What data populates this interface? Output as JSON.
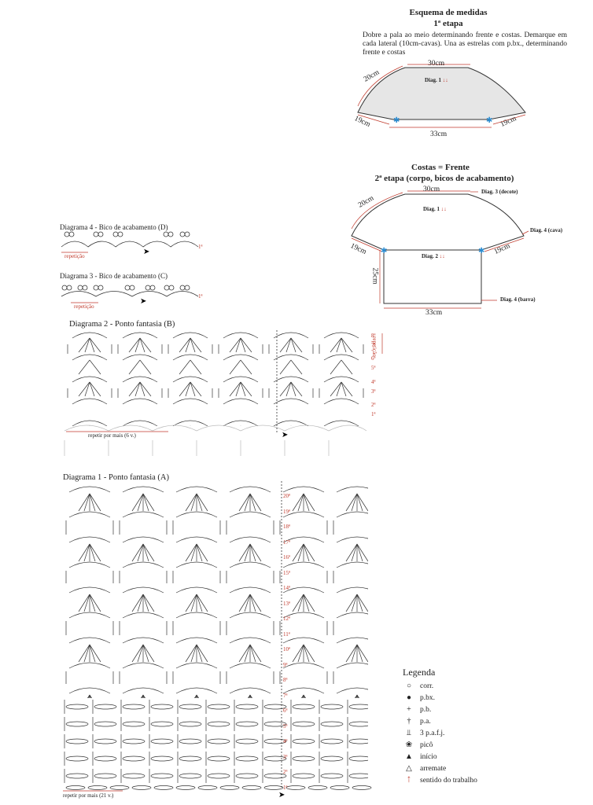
{
  "schema": {
    "title": "Esquema de medidas",
    "stage1": "1ª etapa",
    "instructions": "Dobre a pala ao meio determinando frente e costas. Demarque em cada lateral (10cm-cavas). Una as estrelas com p.bx., determinando frente e costas",
    "s1_top": "30cm",
    "s1_left": "20cm",
    "s1_bl": "19cm",
    "s1_br": "19cm",
    "s1_bottom": "33cm",
    "s1_diag": "Diag. 1",
    "stage2_title": "Costas = Frente",
    "stage2": "2ª etapa (corpo, bicos de acabamento)",
    "s2_top": "30cm",
    "s2_left": "20cm",
    "s2_bl": "19cm",
    "s2_br": "19cm",
    "s2_height": "25cm",
    "s2_bottom": "33cm",
    "s2_d1": "Diag. 1",
    "s2_d2": "Diag. 2",
    "s2_d3": "Diag. 3 (decote)",
    "s2_d4a": "Diag. 4 (cava)",
    "s2_d4b": "Diag. 4 (barra)"
  },
  "diagram4": {
    "title": "Diagrama 4 - Bico de acabamento (D)",
    "repeat": "repetição",
    "row": "1ª"
  },
  "diagram3": {
    "title": "Diagrama 3 - Bico de acabamento (C)",
    "repeat": "repetição",
    "row": "1ª"
  },
  "diagram2": {
    "title": "Diagrama 2 - Ponto fantasia (B)",
    "repeat": "repetir por mais (6 v.)",
    "side": "repetição",
    "rows": [
      "8ª",
      "7ª",
      "6ª",
      "5ª",
      "4ª",
      "3ª",
      "2ª",
      "1ª"
    ]
  },
  "diagram1": {
    "title": "Diagrama 1 - Ponto fantasia (A)",
    "repeat": "repetir por mais (21 v.)",
    "rows": [
      "20ª",
      "19ª",
      "18ª",
      "17ª",
      "16ª",
      "15ª",
      "14ª",
      "13ª",
      "12ª",
      "11ª",
      "10ª",
      "9ª",
      "8ª",
      "7ª",
      "6ª",
      "5ª",
      "4ª",
      "3ª",
      "2ª",
      "1ª"
    ]
  },
  "legend": {
    "title": "Legenda",
    "items": [
      {
        "sym": "○",
        "label": "corr."
      },
      {
        "sym": "●",
        "label": "p.bx."
      },
      {
        "sym": "+",
        "label": "p.b."
      },
      {
        "sym": "†",
        "label": "p.a."
      },
      {
        "sym": "⫫",
        "label": "3 p.a.f.j."
      },
      {
        "sym": "❀",
        "label": "picô"
      },
      {
        "sym": "▲",
        "label": "início"
      },
      {
        "sym": "△",
        "label": "arremate"
      },
      {
        "sym": "⇡",
        "label": "sentido do trabalho"
      }
    ]
  }
}
